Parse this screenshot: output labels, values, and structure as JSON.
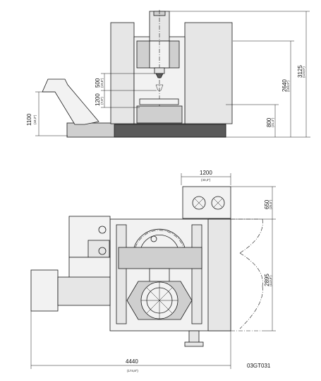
{
  "reference_code": "03GT031",
  "front_view": {
    "dim_total_height": {
      "value": "3125",
      "sub": "(123,0\")"
    },
    "dim_height_2640": {
      "value": "2640",
      "sub": "(103,9\")"
    },
    "dim_table_height": {
      "value": "800",
      "sub": "(31,4\")"
    },
    "dim_spindle_travel": {
      "value": "500",
      "sub": "(19,6\")"
    },
    "dim_spindle_to_floor": {
      "value": "1200",
      "sub": "(7,8\")"
    },
    "dim_chip_conveyor": {
      "value": "1100",
      "sub": "(43,2\")"
    }
  },
  "top_view": {
    "dim_top_width": {
      "value": "1200",
      "sub": "(43,2\")"
    },
    "dim_cabinet": {
      "value": "650",
      "sub": "(25,5\")"
    },
    "dim_door_swing": {
      "value": "2895",
      "sub": "(113,9\")"
    },
    "dim_overall_length": {
      "value": "4440",
      "sub": "(174,8\")"
    }
  }
}
